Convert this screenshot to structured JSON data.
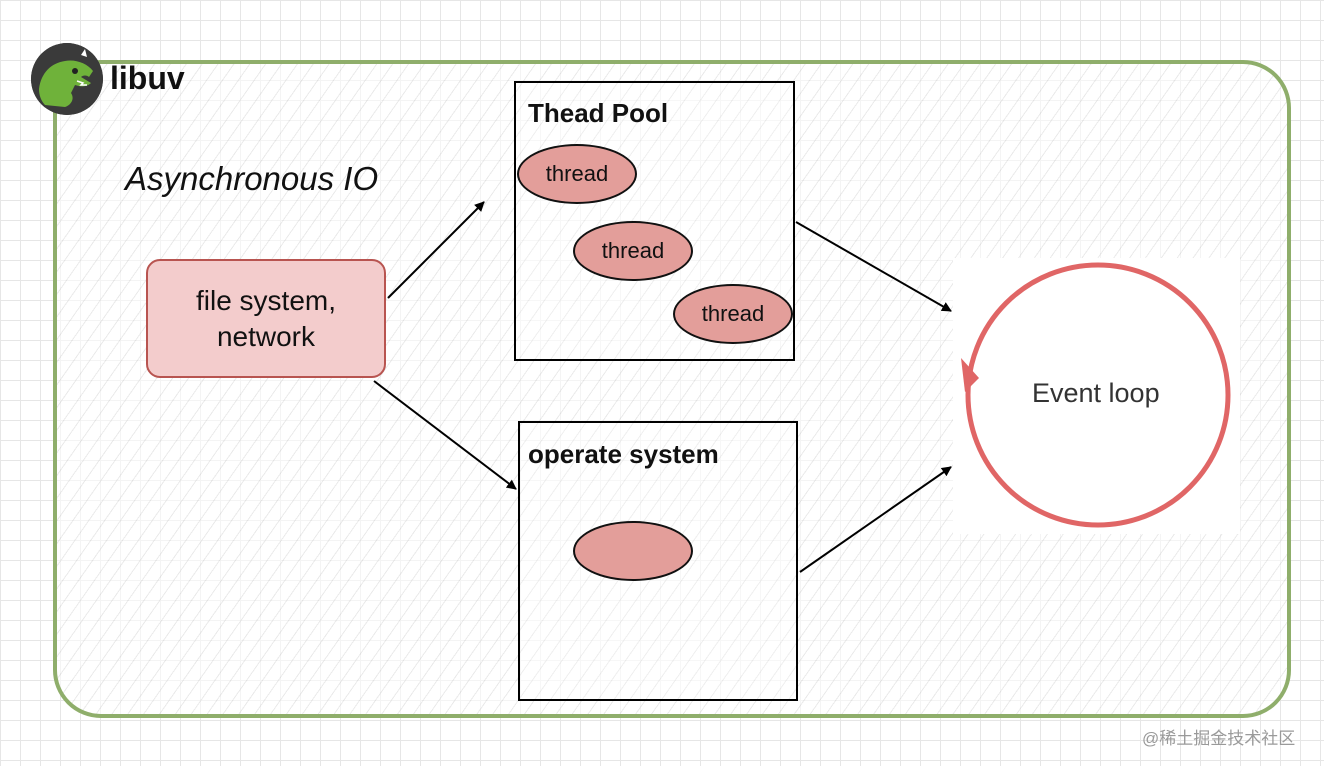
{
  "header": {
    "brand_title": "libuv",
    "subtitle": "Asynchronous IO"
  },
  "source": {
    "line1": "file system,",
    "line2": "network"
  },
  "thread_pool": {
    "title": "Thead Pool",
    "threads": [
      "thread",
      "thread",
      "thread"
    ]
  },
  "operate_system": {
    "title": "operate system",
    "node_label": ""
  },
  "event_loop": {
    "label": "Event loop"
  },
  "watermark": "@稀土掘金技术社区",
  "colors": {
    "frame_border": "#8fae6b",
    "source_fill": "#f3cccc",
    "source_border": "#b85450",
    "thread_fill": "#e39e9a",
    "loop_stroke": "#e06666",
    "logo_green": "#6fb23a"
  },
  "icons": {
    "logo": "dinosaur-logo-icon",
    "loop": "circular-arrow-icon"
  }
}
